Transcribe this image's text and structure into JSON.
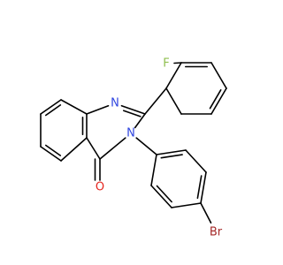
{
  "molecule": {
    "atoms": {
      "f": {
        "symbol": "F",
        "color": "#8fbf4f"
      },
      "n1": {
        "symbol": "N",
        "color": "#2f45e0"
      },
      "n3": {
        "symbol": "N",
        "color": "#2f45e0"
      },
      "o": {
        "symbol": "O",
        "color": "#e5261f"
      },
      "br": {
        "symbol": "Br",
        "color": "#a52a2a"
      }
    },
    "bond_color": "#000000"
  }
}
